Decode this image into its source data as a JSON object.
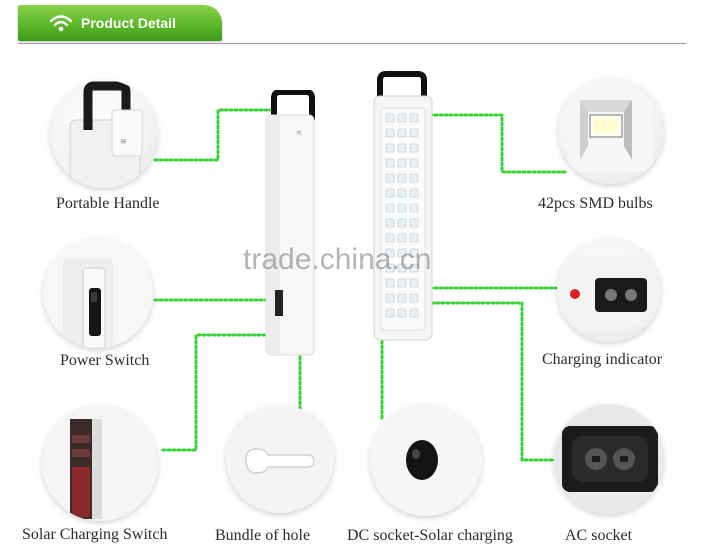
{
  "header": {
    "title": "Product Detail",
    "icon": "wifi-icon",
    "color": "#5cb82a"
  },
  "watermark": "trade.china.cn",
  "callouts": [
    {
      "id": "handle",
      "label": "Portable Handle"
    },
    {
      "id": "bulbs",
      "label": "42pcs SMD bulbs"
    },
    {
      "id": "power",
      "label": "Power Switch"
    },
    {
      "id": "indicator",
      "label": "Charging indicator"
    },
    {
      "id": "solar_switch",
      "label": "Solar Charging Switch"
    },
    {
      "id": "hole",
      "label": "Bundle of hole"
    },
    {
      "id": "dc_socket",
      "label": "DC socket-Solar charging"
    },
    {
      "id": "ac_socket",
      "label": "AC socket"
    }
  ],
  "connector_color": "#35d435"
}
